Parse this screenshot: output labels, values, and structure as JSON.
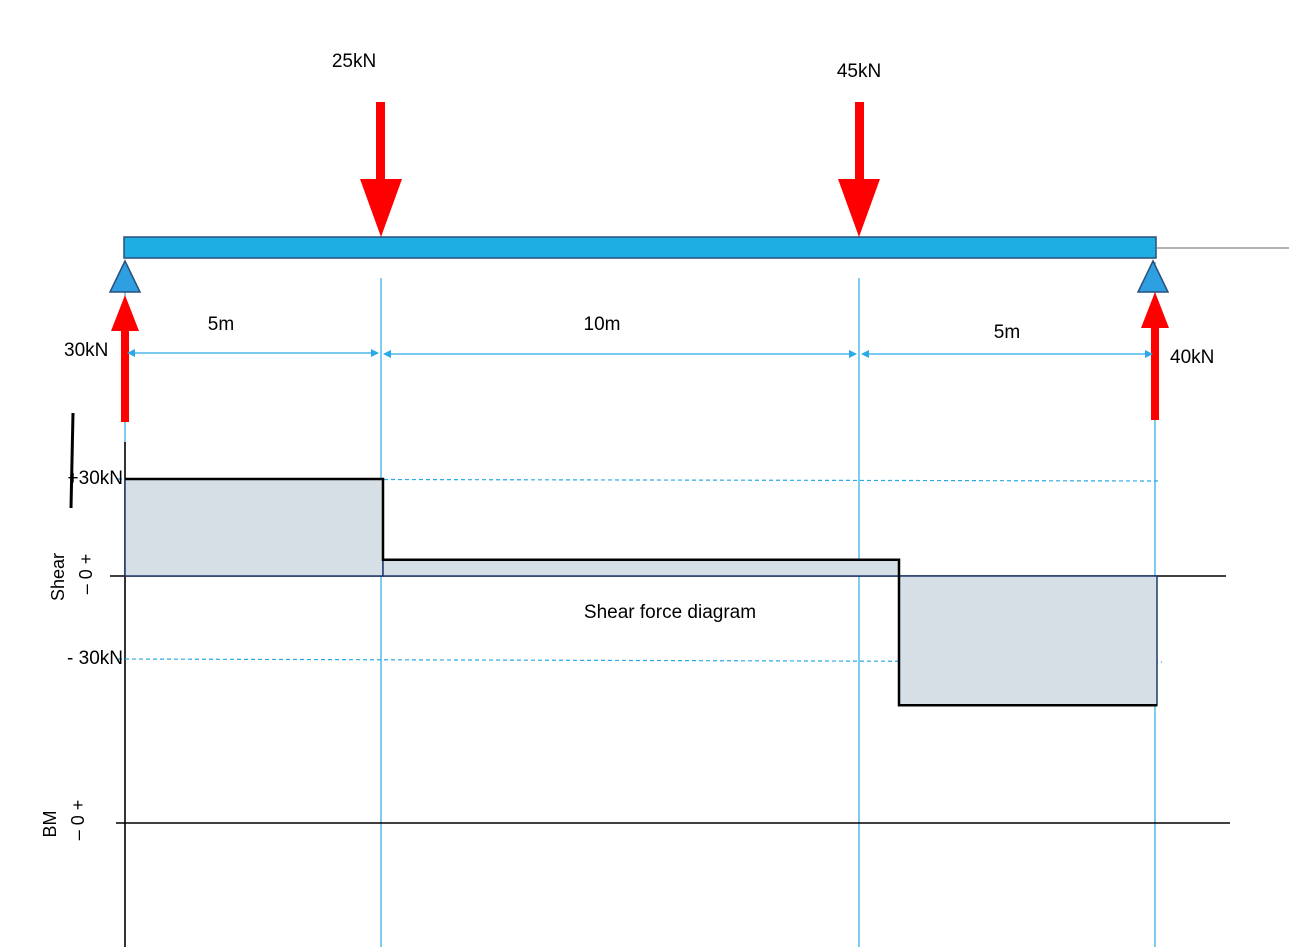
{
  "colors": {
    "beam": "#1eaee3",
    "beam_stroke": "#2c4f7c",
    "load": "#ff0000",
    "support": "#2e9fe0",
    "guide": "#29a9e6",
    "shear_fill": "#d6dfe6",
    "shear_stroke": "#1f3b6e"
  },
  "loads": {
    "load1": "25kN",
    "load2": "45kN"
  },
  "reactions": {
    "left": "30kN",
    "right": "40kN"
  },
  "spans": {
    "span1": "5m",
    "span2": "10m",
    "span3": "5m"
  },
  "shear_axis": {
    "tick_pos": "+30kN",
    "tick_neg": "- 30kN",
    "label": "Shear",
    "zero_signs": "–  0  +"
  },
  "bm_axis": {
    "label": "BM",
    "zero_signs": "–  0  +"
  },
  "caption": "Shear force diagram",
  "shear_data": {
    "x_m": [
      0,
      5,
      5,
      15,
      15,
      20
    ],
    "v_kN": [
      30,
      30,
      5,
      5,
      -40,
      -40
    ]
  }
}
